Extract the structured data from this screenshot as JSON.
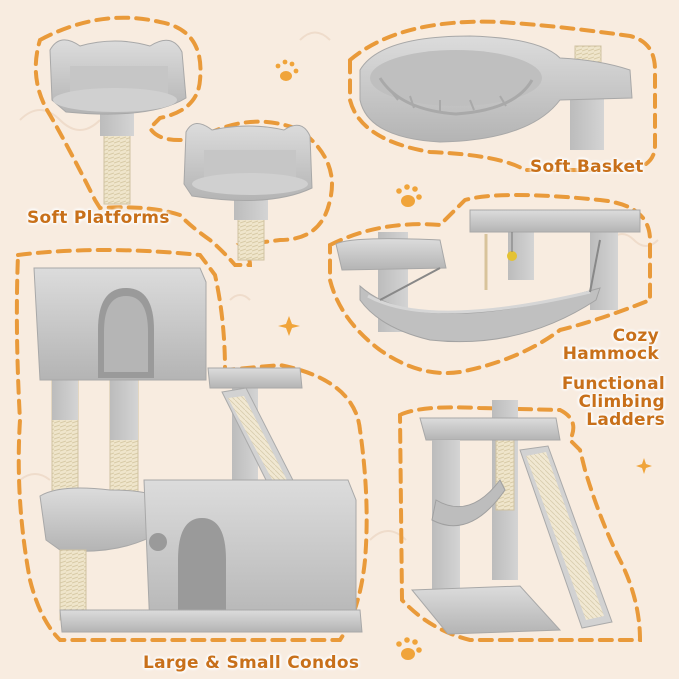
{
  "labels": {
    "soft_platforms": "Soft Platforms",
    "soft_basket": "Soft Basket",
    "cozy_hammock_line1": "Cozy",
    "cozy_hammock_line2": "Hammock",
    "ladders_line1": "Functional",
    "ladders_line2": "Climbing",
    "ladders_line3": "Ladders",
    "condos": "Large & Small Condos"
  },
  "colors": {
    "background": "#f8ece0",
    "accent_orange": "#e99a3a",
    "label_text": "#c8701a",
    "plush_gray": "#c8c8c8",
    "sisal": "#efe4c8"
  },
  "icons": [
    "paw-icon",
    "sparkle-icon"
  ]
}
